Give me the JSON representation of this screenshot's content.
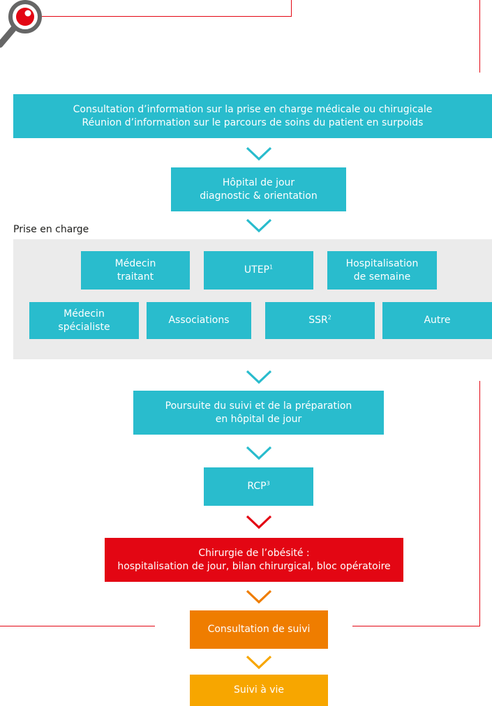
{
  "colors": {
    "teal": "#29bccd",
    "red": "#e30613",
    "orange": "#ef7d00",
    "yellow": "#f7a600",
    "panel": "#ebebeb"
  },
  "header_icon": "magnifier-icon",
  "flow": {
    "step1": {
      "line1": "Consultation d’information sur la prise en charge médicale ou chirugicale",
      "line2": "Réunion d’information sur le parcours de soins du patient en surpoids"
    },
    "step2": {
      "line1": "Hôpital de jour",
      "line2": "diagnostic & orientation"
    },
    "section_label": "Prise en charge",
    "options_row1": [
      {
        "line1": "Médecin",
        "line2": "traitant"
      },
      {
        "label": "UTEP",
        "sup": "1"
      },
      {
        "line1": "Hospitalisation",
        "line2": "de semaine"
      }
    ],
    "options_row2": [
      {
        "line1": "Médecin",
        "line2": "spécialiste"
      },
      {
        "label": "Associations"
      },
      {
        "label": "SSR",
        "sup": "2"
      },
      {
        "label": "Autre"
      }
    ],
    "step3": {
      "line1": "Poursuite du suivi et de la préparation",
      "line2": "en hôpital de jour"
    },
    "step4": {
      "label": "RCP",
      "sup": "3"
    },
    "step5": {
      "line1": "Chirurgie de l’obésité :",
      "line2": "hospitalisation de jour, bilan chirurgical, bloc opératoire"
    },
    "step6": {
      "label": "Consultation de suivi"
    },
    "step7": {
      "label": "Suivi à vie"
    }
  }
}
